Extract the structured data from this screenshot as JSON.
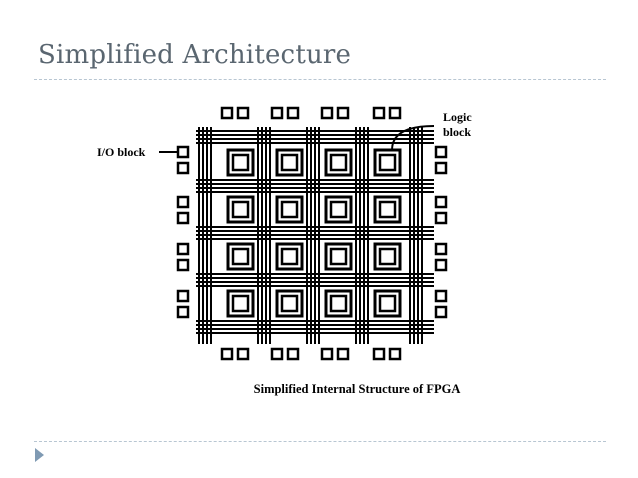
{
  "slide": {
    "title": "Simplified Architecture"
  },
  "diagram": {
    "grid_rows": 4,
    "grid_cols": 4,
    "labels": {
      "io_block": "I/O block",
      "logic_block_line1": "Logic",
      "logic_block_line2": "block",
      "caption": "Simplified Internal Structure of FPGA"
    }
  },
  "colors": {
    "title": "#5a6670",
    "rule": "#b8c6d2",
    "bullet": "#7f9ab3",
    "ink": "#000000"
  }
}
